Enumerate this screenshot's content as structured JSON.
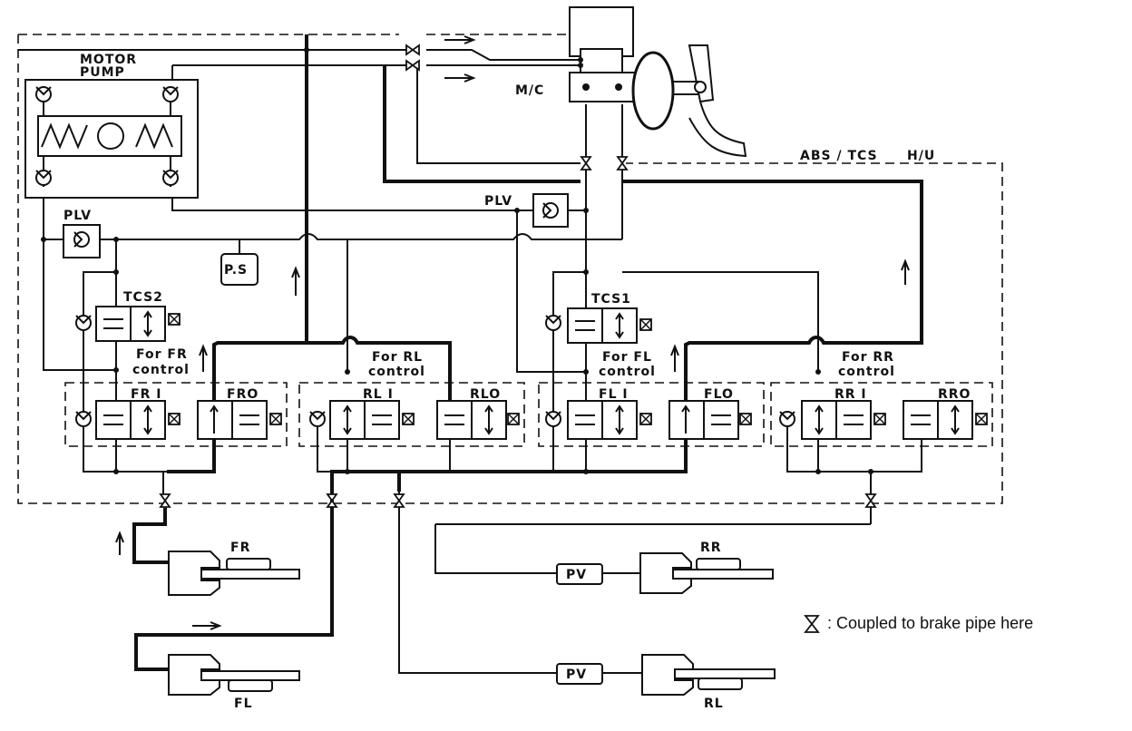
{
  "labels": {
    "motor_pump_1": "MOTOR",
    "motor_pump_2": "PUMP",
    "mc": "M/C",
    "abs_tcs": "ABS / TCS",
    "hu": "H/U",
    "plv_left": "PLV",
    "plv_right": "PLV",
    "ps": "P.S",
    "tcs2": "TCS2",
    "tcs1": "TCS1",
    "for_fr_1": "For FR",
    "for_fr_2": "control",
    "for_rl_1": "For RL",
    "for_rl_2": "control",
    "for_fl_1": "For FL",
    "for_fl_2": "control",
    "for_rr_1": "For RR",
    "for_rr_2": "control",
    "fri": "FR I",
    "fro": "FRO",
    "rli": "RL I",
    "rlo": "RLO",
    "fli": "FL I",
    "flo": "FLO",
    "rri": "RR I",
    "rro": "RRO",
    "fr": "FR",
    "fl": "FL",
    "rr": "RR",
    "rl": "RL",
    "pv_rr": "PV",
    "pv_rl": "PV"
  },
  "legend": {
    "text": ": Coupled to brake pipe here",
    "icon": "coupling-icon"
  }
}
